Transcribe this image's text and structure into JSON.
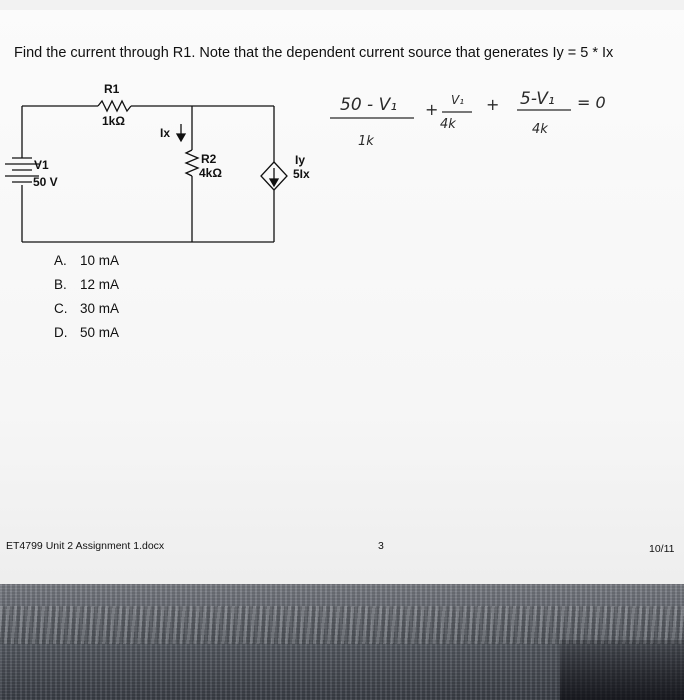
{
  "header_fragment": "",
  "question": "Find the current through R1. Note that the dependent current source that generates Iy = 5 * Ix",
  "circuit": {
    "r1_name": "R1",
    "r1_value": "1kΩ",
    "ix_label": "Ix",
    "r2_name": "R2",
    "r2_value": "4kΩ",
    "v1_name": "V1",
    "v1_value": "50 V",
    "iy_name": "Iy",
    "iy_value": "5Ix"
  },
  "handwriting": {
    "t1_num": "50 - V₁",
    "t1_den": "1k",
    "plus1": "+",
    "t2_num": "V₁",
    "t2_den": "4k",
    "plus2": "+",
    "t3_num": "5-V₁",
    "t3_den": "4k",
    "eq": "= 0"
  },
  "choices": [
    {
      "letter": "A.",
      "text": "10 mA"
    },
    {
      "letter": "B.",
      "text": "12 mA"
    },
    {
      "letter": "C.",
      "text": "30 mA"
    },
    {
      "letter": "D.",
      "text": "50 mA"
    }
  ],
  "footer": {
    "filename": "ET4799 Unit 2 Assignment 1.docx",
    "page": "3",
    "date": "10/11"
  }
}
